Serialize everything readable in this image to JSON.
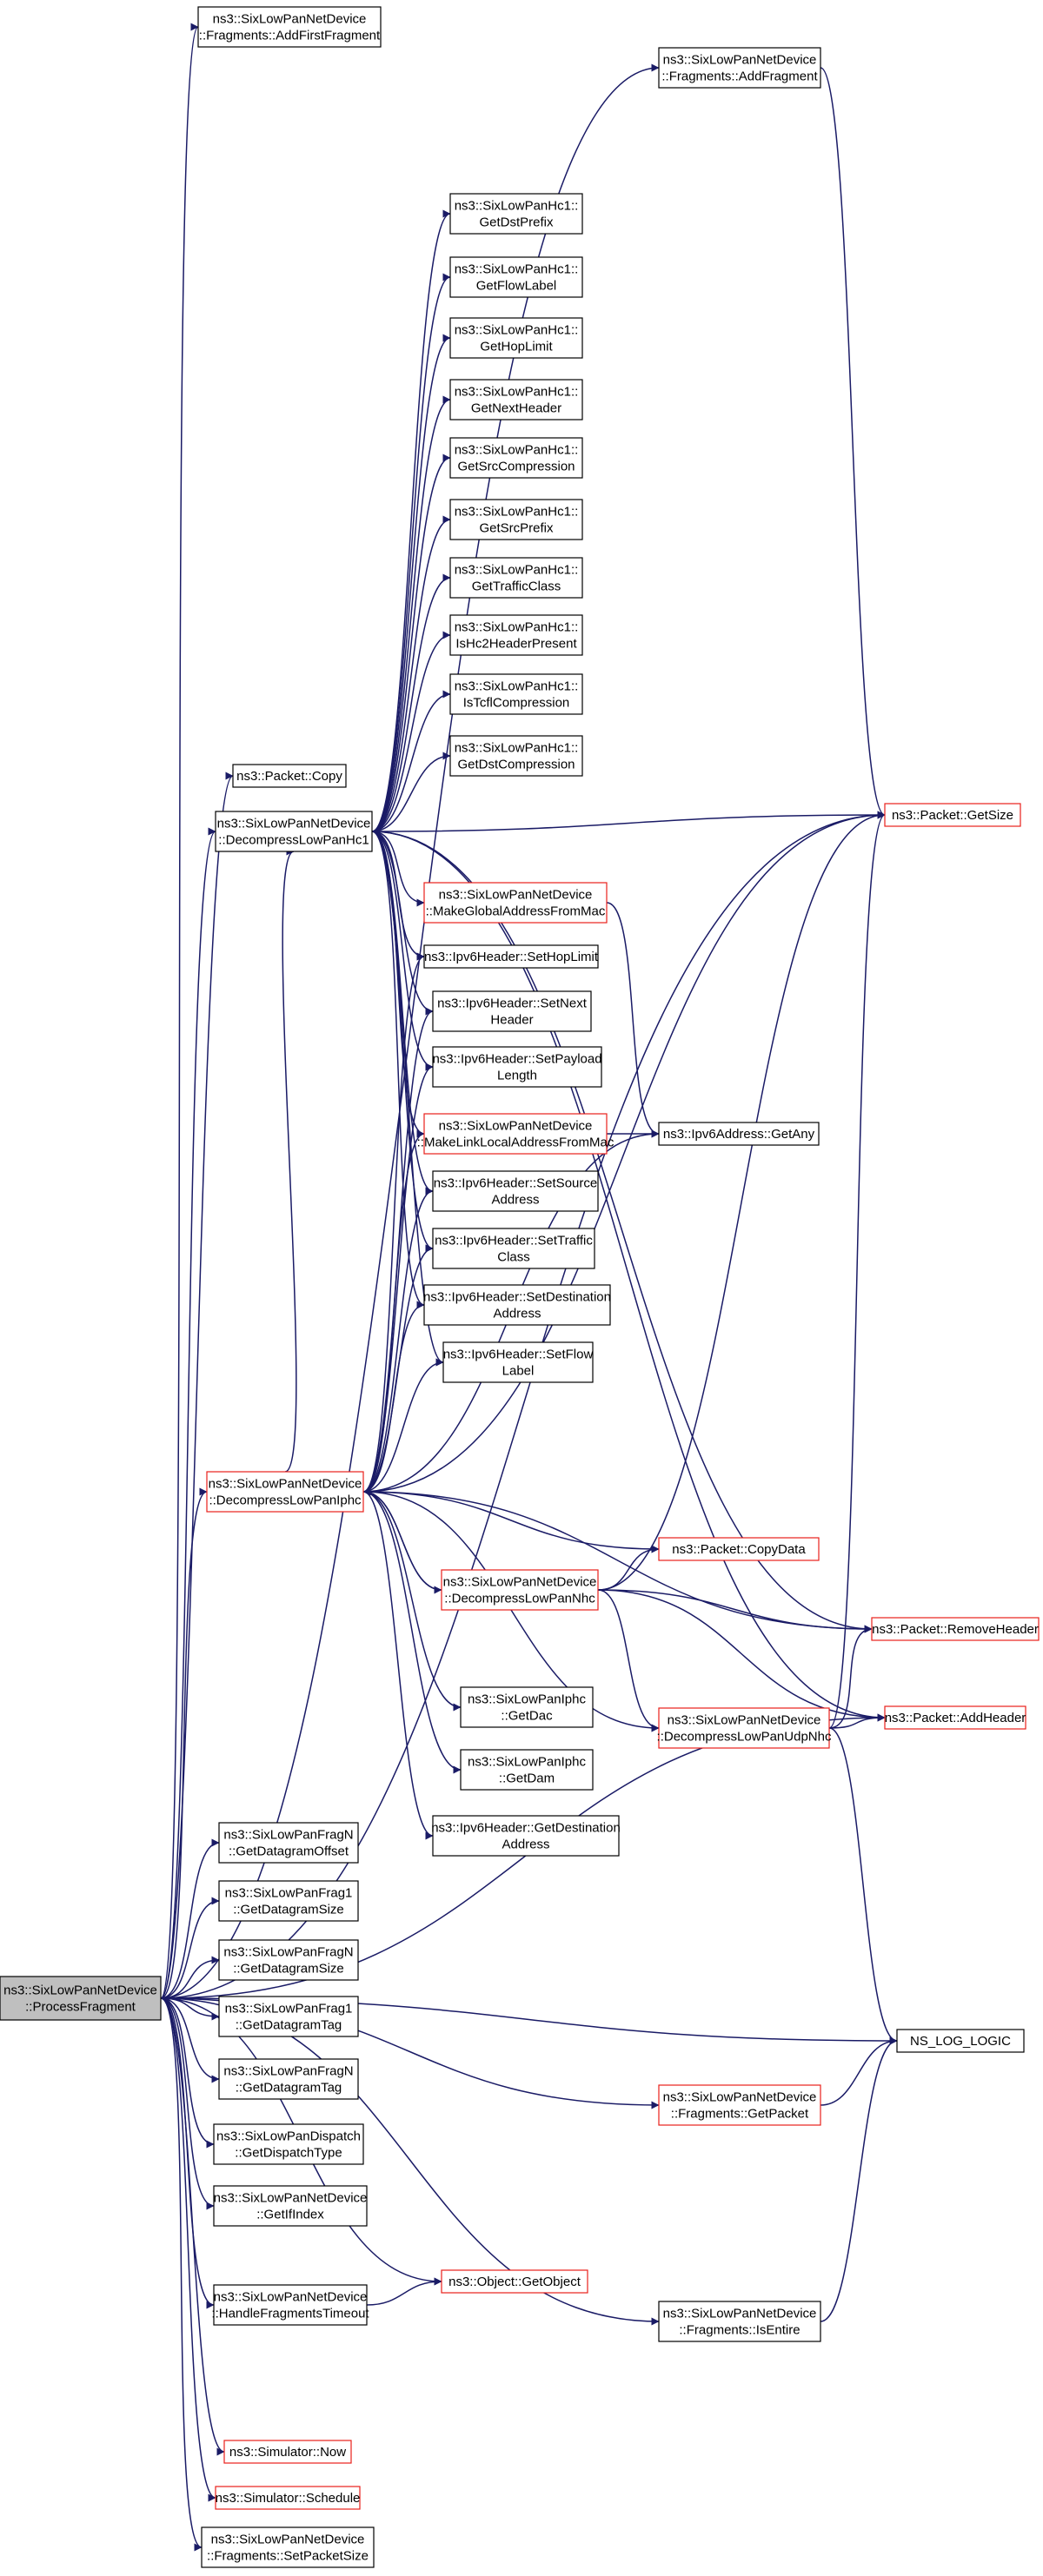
{
  "colors": {
    "edge": "#1a1b66",
    "node_border_default": "#000000",
    "node_border_truncated": "#e8201a",
    "root_fill": "#bfbfbf",
    "background": "#ffffff"
  },
  "nodes": {
    "processFragment": {
      "lines": [
        "ns3::SixLowPanNetDevice",
        "::ProcessFragment"
      ],
      "style": "root"
    },
    "addFirstFragment": {
      "lines": [
        "ns3::SixLowPanNetDevice",
        "::Fragments::AddFirstFragment"
      ],
      "style": "normal"
    },
    "addFragment": {
      "lines": [
        "ns3::SixLowPanNetDevice",
        "::Fragments::AddFragment"
      ],
      "style": "normal"
    },
    "getDstPrefix": {
      "lines": [
        "ns3::SixLowPanHc1::",
        "GetDstPrefix"
      ],
      "style": "normal"
    },
    "getFlowLabel": {
      "lines": [
        "ns3::SixLowPanHc1::",
        "GetFlowLabel"
      ],
      "style": "normal"
    },
    "getHopLimit": {
      "lines": [
        "ns3::SixLowPanHc1::",
        "GetHopLimit"
      ],
      "style": "normal"
    },
    "getNextHeader": {
      "lines": [
        "ns3::SixLowPanHc1::",
        "GetNextHeader"
      ],
      "style": "normal"
    },
    "getSrcCompression": {
      "lines": [
        "ns3::SixLowPanHc1::",
        "GetSrcCompression"
      ],
      "style": "normal"
    },
    "getSrcPrefix": {
      "lines": [
        "ns3::SixLowPanHc1::",
        "GetSrcPrefix"
      ],
      "style": "normal"
    },
    "getTrafficClass": {
      "lines": [
        "ns3::SixLowPanHc1::",
        "GetTrafficClass"
      ],
      "style": "normal"
    },
    "isHc2HeaderPresent": {
      "lines": [
        "ns3::SixLowPanHc1::",
        "IsHc2HeaderPresent"
      ],
      "style": "normal"
    },
    "isTcflCompression": {
      "lines": [
        "ns3::SixLowPanHc1::",
        "IsTcflCompression"
      ],
      "style": "normal"
    },
    "getDstCompression": {
      "lines": [
        "ns3::SixLowPanHc1::",
        "GetDstCompression"
      ],
      "style": "normal"
    },
    "packetCopy": {
      "lines": [
        "ns3::Packet::Copy"
      ],
      "style": "normal"
    },
    "decompressLowPanHc1": {
      "lines": [
        "ns3::SixLowPanNetDevice",
        "::DecompressLowPanHc1"
      ],
      "style": "normal"
    },
    "packetGetSize": {
      "lines": [
        "ns3::Packet::GetSize"
      ],
      "style": "truncated"
    },
    "makeGlobalAddressFromMac": {
      "lines": [
        "ns3::SixLowPanNetDevice",
        "::MakeGlobalAddressFromMac"
      ],
      "style": "truncated"
    },
    "setHopLimit": {
      "lines": [
        "ns3::Ipv6Header::SetHopLimit"
      ],
      "style": "normal"
    },
    "setNextHeader": {
      "lines": [
        "ns3::Ipv6Header::SetNext",
        "Header"
      ],
      "style": "normal"
    },
    "setPayloadLength": {
      "lines": [
        "ns3::Ipv6Header::SetPayload",
        "Length"
      ],
      "style": "normal"
    },
    "makeLinkLocalAddressFromMac": {
      "lines": [
        "ns3::SixLowPanNetDevice",
        "::MakeLinkLocalAddressFromMac"
      ],
      "style": "truncated"
    },
    "ipv6AddressGetAny": {
      "lines": [
        "ns3::Ipv6Address::GetAny"
      ],
      "style": "normal"
    },
    "setSourceAddress": {
      "lines": [
        "ns3::Ipv6Header::SetSource",
        "Address"
      ],
      "style": "normal"
    },
    "setTrafficClass": {
      "lines": [
        "ns3::Ipv6Header::SetTraffic",
        "Class"
      ],
      "style": "normal"
    },
    "setDestinationAddress": {
      "lines": [
        "ns3::Ipv6Header::SetDestination",
        "Address"
      ],
      "style": "normal"
    },
    "setFlowLabel": {
      "lines": [
        "ns3::Ipv6Header::SetFlow",
        "Label"
      ],
      "style": "normal"
    },
    "decompressLowPanIphc": {
      "lines": [
        "ns3::SixLowPanNetDevice",
        "::DecompressLowPanIphc"
      ],
      "style": "truncated"
    },
    "packetCopyData": {
      "lines": [
        "ns3::Packet::CopyData"
      ],
      "style": "truncated"
    },
    "decompressLowPanNhc": {
      "lines": [
        "ns3::SixLowPanNetDevice",
        "::DecompressLowPanNhc"
      ],
      "style": "truncated"
    },
    "packetRemoveHeader": {
      "lines": [
        "ns3::Packet::RemoveHeader"
      ],
      "style": "truncated"
    },
    "getDac": {
      "lines": [
        "ns3::SixLowPanIphc",
        "::GetDac"
      ],
      "style": "normal"
    },
    "decompressLowPanUdpNhc": {
      "lines": [
        "ns3::SixLowPanNetDevice",
        "::DecompressLowPanUdpNhc"
      ],
      "style": "truncated"
    },
    "packetAddHeader": {
      "lines": [
        "ns3::Packet::AddHeader"
      ],
      "style": "truncated"
    },
    "getDam": {
      "lines": [
        "ns3::SixLowPanIphc",
        "::GetDam"
      ],
      "style": "normal"
    },
    "getDestinationAddress": {
      "lines": [
        "ns3::Ipv6Header::GetDestination",
        "Address"
      ],
      "style": "normal"
    },
    "getDatagramOffset": {
      "lines": [
        "ns3::SixLowPanFragN",
        "::GetDatagramOffset"
      ],
      "style": "normal"
    },
    "frag1GetDatagramSize": {
      "lines": [
        "ns3::SixLowPanFrag1",
        "::GetDatagramSize"
      ],
      "style": "normal"
    },
    "fragNGetDatagramSize": {
      "lines": [
        "ns3::SixLowPanFragN",
        "::GetDatagramSize"
      ],
      "style": "normal"
    },
    "frag1GetDatagramTag": {
      "lines": [
        "ns3::SixLowPanFrag1",
        "::GetDatagramTag"
      ],
      "style": "normal"
    },
    "fragNGetDatagramTag": {
      "lines": [
        "ns3::SixLowPanFragN",
        "::GetDatagramTag"
      ],
      "style": "normal"
    },
    "nsLogLogic": {
      "lines": [
        "NS_LOG_LOGIC"
      ],
      "style": "normal"
    },
    "fragmentsGetPacket": {
      "lines": [
        "ns3::SixLowPanNetDevice",
        "::Fragments::GetPacket"
      ],
      "style": "truncated"
    },
    "getDispatchType": {
      "lines": [
        "ns3::SixLowPanDispatch",
        "::GetDispatchType"
      ],
      "style": "normal"
    },
    "getIfIndex": {
      "lines": [
        "ns3::SixLowPanNetDevice",
        "::GetIfIndex"
      ],
      "style": "normal"
    },
    "objectGetObject": {
      "lines": [
        "ns3::Object::GetObject"
      ],
      "style": "truncated"
    },
    "handleFragmentsTimeout": {
      "lines": [
        "ns3::SixLowPanNetDevice",
        "::HandleFragmentsTimeout"
      ],
      "style": "normal"
    },
    "fragmentsIsEntire": {
      "lines": [
        "ns3::SixLowPanNetDevice",
        "::Fragments::IsEntire"
      ],
      "style": "normal"
    },
    "simulatorNow": {
      "lines": [
        "ns3::Simulator::Now"
      ],
      "style": "truncated"
    },
    "simulatorSchedule": {
      "lines": [
        "ns3::Simulator::Schedule"
      ],
      "style": "truncated"
    },
    "fragmentsSetPacketSize": {
      "lines": [
        "ns3::SixLowPanNetDevice",
        "::Fragments::SetPacketSize"
      ],
      "style": "normal"
    }
  },
  "edges": [
    [
      "processFragment",
      "addFirstFragment"
    ],
    [
      "processFragment",
      "addFragment"
    ],
    [
      "processFragment",
      "packetCopy"
    ],
    [
      "processFragment",
      "decompressLowPanHc1"
    ],
    [
      "processFragment",
      "decompressLowPanIphc"
    ],
    [
      "processFragment",
      "packetGetSize"
    ],
    [
      "processFragment",
      "packetAddHeader"
    ],
    [
      "processFragment",
      "nsLogLogic"
    ],
    [
      "processFragment",
      "getDatagramOffset"
    ],
    [
      "processFragment",
      "frag1GetDatagramSize"
    ],
    [
      "processFragment",
      "fragNGetDatagramSize"
    ],
    [
      "processFragment",
      "frag1GetDatagramTag"
    ],
    [
      "processFragment",
      "fragNGetDatagramTag"
    ],
    [
      "processFragment",
      "fragmentsGetPacket"
    ],
    [
      "processFragment",
      "getDispatchType"
    ],
    [
      "processFragment",
      "getIfIndex"
    ],
    [
      "processFragment",
      "objectGetObject"
    ],
    [
      "processFragment",
      "handleFragmentsTimeout"
    ],
    [
      "processFragment",
      "fragmentsIsEntire"
    ],
    [
      "processFragment",
      "simulatorNow"
    ],
    [
      "processFragment",
      "simulatorSchedule"
    ],
    [
      "processFragment",
      "fragmentsSetPacketSize"
    ],
    [
      "addFragment",
      "packetGetSize"
    ],
    [
      "decompressLowPanHc1",
      "packetGetSize"
    ],
    [
      "decompressLowPanHc1",
      "getDstPrefix"
    ],
    [
      "decompressLowPanHc1",
      "getFlowLabel"
    ],
    [
      "decompressLowPanHc1",
      "getHopLimit"
    ],
    [
      "decompressLowPanHc1",
      "getNextHeader"
    ],
    [
      "decompressLowPanHc1",
      "getSrcCompression"
    ],
    [
      "decompressLowPanHc1",
      "getSrcPrefix"
    ],
    [
      "decompressLowPanHc1",
      "getTrafficClass"
    ],
    [
      "decompressLowPanHc1",
      "isHc2HeaderPresent"
    ],
    [
      "decompressLowPanHc1",
      "isTcflCompression"
    ],
    [
      "decompressLowPanHc1",
      "getDstCompression"
    ],
    [
      "decompressLowPanHc1",
      "makeGlobalAddressFromMac"
    ],
    [
      "decompressLowPanHc1",
      "setHopLimit"
    ],
    [
      "decompressLowPanHc1",
      "setNextHeader"
    ],
    [
      "decompressLowPanHc1",
      "setPayloadLength"
    ],
    [
      "decompressLowPanHc1",
      "makeLinkLocalAddressFromMac"
    ],
    [
      "decompressLowPanHc1",
      "setSourceAddress"
    ],
    [
      "decompressLowPanHc1",
      "setTrafficClass"
    ],
    [
      "decompressLowPanHc1",
      "setDestinationAddress"
    ],
    [
      "decompressLowPanHc1",
      "setFlowLabel"
    ],
    [
      "decompressLowPanHc1",
      "packetRemoveHeader"
    ],
    [
      "decompressLowPanHc1",
      "packetAddHeader"
    ],
    [
      "makeGlobalAddressFromMac",
      "ipv6AddressGetAny"
    ],
    [
      "makeLinkLocalAddressFromMac",
      "ipv6AddressGetAny"
    ],
    [
      "decompressLowPanIphc",
      "ipv6AddressGetAny"
    ],
    [
      "decompressLowPanIphc",
      "packetGetSize"
    ],
    [
      "decompressLowPanIphc",
      "decompressLowPanHc1"
    ],
    [
      "decompressLowPanIphc",
      "setHopLimit"
    ],
    [
      "decompressLowPanIphc",
      "setNextHeader"
    ],
    [
      "decompressLowPanIphc",
      "setPayloadLength"
    ],
    [
      "decompressLowPanIphc",
      "makeLinkLocalAddressFromMac"
    ],
    [
      "decompressLowPanIphc",
      "setSourceAddress"
    ],
    [
      "decompressLowPanIphc",
      "setTrafficClass"
    ],
    [
      "decompressLowPanIphc",
      "setDestinationAddress"
    ],
    [
      "decompressLowPanIphc",
      "setFlowLabel"
    ],
    [
      "decompressLowPanIphc",
      "packetCopyData"
    ],
    [
      "decompressLowPanIphc",
      "decompressLowPanNhc"
    ],
    [
      "decompressLowPanIphc",
      "packetRemoveHeader"
    ],
    [
      "decompressLowPanIphc",
      "getDac"
    ],
    [
      "decompressLowPanIphc",
      "getDam"
    ],
    [
      "decompressLowPanIphc",
      "getDestinationAddress"
    ],
    [
      "decompressLowPanIphc",
      "decompressLowPanUdpNhc"
    ],
    [
      "decompressLowPanNhc",
      "decompressLowPanIphc"
    ],
    [
      "decompressLowPanNhc",
      "packetCopyData"
    ],
    [
      "decompressLowPanNhc",
      "packetGetSize"
    ],
    [
      "decompressLowPanNhc",
      "packetRemoveHeader"
    ],
    [
      "decompressLowPanNhc",
      "packetAddHeader"
    ],
    [
      "decompressLowPanNhc",
      "decompressLowPanUdpNhc"
    ],
    [
      "decompressLowPanUdpNhc",
      "packetGetSize"
    ],
    [
      "decompressLowPanUdpNhc",
      "packetAddHeader"
    ],
    [
      "decompressLowPanUdpNhc",
      "packetRemoveHeader"
    ],
    [
      "decompressLowPanUdpNhc",
      "nsLogLogic"
    ],
    [
      "fragmentsGetPacket",
      "nsLogLogic"
    ],
    [
      "fragmentsIsEntire",
      "nsLogLogic"
    ],
    [
      "handleFragmentsTimeout",
      "objectGetObject"
    ]
  ]
}
